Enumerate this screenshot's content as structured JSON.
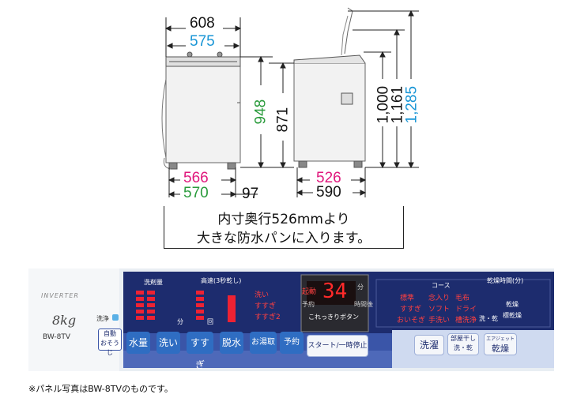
{
  "dimensions": {
    "front": {
      "overall_width": "608",
      "inner_width": "575",
      "height_948": "948",
      "bottom_566": "566",
      "bottom_570": "570",
      "foot_97": "97"
    },
    "side": {
      "height_871": "871",
      "bottom_526": "526",
      "bottom_590": "590",
      "h1000": "1,000",
      "h1161": "1,161",
      "h1285": "1,285"
    }
  },
  "note": {
    "line1": "内寸奥行526mmより",
    "line2": "大きな防水パンに入ります。"
  },
  "panel": {
    "brand": "INVERTER",
    "capacity": "8kg",
    "model": "BW-8TV",
    "senjou_label": "洗浄",
    "auto_clean": [
      "自動",
      "おそうじ"
    ],
    "detergent_label": "洗剤量",
    "rinse_label": "高速(3秒乾し)",
    "options": [
      "洗い",
      "すすぎ",
      "すすぎ2"
    ],
    "kidou": "起動",
    "yoyaku": "予約",
    "display_value": "34",
    "display_unit_min": "分",
    "display_unit_after": "時間後",
    "start_caption": "これっきりボタン",
    "start_button": "スタート/一時停止",
    "course_title": "コース",
    "courses_row1": [
      "標準",
      "念入り",
      "毛布"
    ],
    "courses_row2": [
      "すすぎ",
      "ソフト",
      "ドライ"
    ],
    "courses_row3": [
      "おいそぎ",
      "手洗い",
      "槽洗浄"
    ],
    "dry_time_label": "乾燥時間(分)",
    "dry_labels": [
      "乾燥",
      "標乾燥"
    ],
    "wash_dry_label": "洗・乾",
    "buttons": [
      "水量",
      "洗い",
      "すすぎ",
      "脱水",
      "お湯取",
      "予約"
    ],
    "right_buttons": [
      "洗濯",
      "部屋干し",
      "乾燥"
    ],
    "room_dry_sub": "洗・乾",
    "eco_label": "エアジェット",
    "bar_mark": "分",
    "times_mark": "回"
  },
  "footnote": "※パネル写真はBW-8TVのものです。"
}
